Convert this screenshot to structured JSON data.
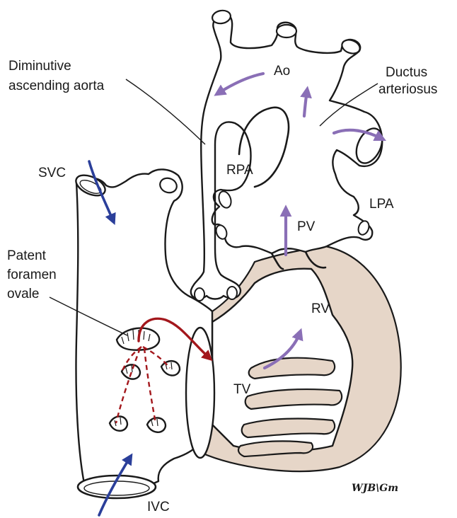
{
  "labels": {
    "ao": "Ao",
    "diminutive_ascending_aorta": [
      "Diminutive",
      "ascending aorta"
    ],
    "ductus_arteriosus": [
      "Ductus",
      "arteriosus"
    ],
    "rpa": "RPA",
    "lpa": "LPA",
    "svc": "SVC",
    "pv": "PV",
    "patent_foramen_ovale": [
      "Patent",
      "foramen",
      "ovale"
    ],
    "rv": "RV",
    "tv": "TV",
    "ivc": "IVC",
    "signature": "WJB\\Gm"
  },
  "colors": {
    "flow_arrow": "#8a6fb6",
    "venous_arrow": "#2b3f9a",
    "shunt_arrow": "#a3171c",
    "myocardium": "#e6d6c8",
    "outline": "#1a1a1a"
  },
  "icons": {
    "flow_arrows": "arrow-icon",
    "signature": "artist-signature"
  }
}
